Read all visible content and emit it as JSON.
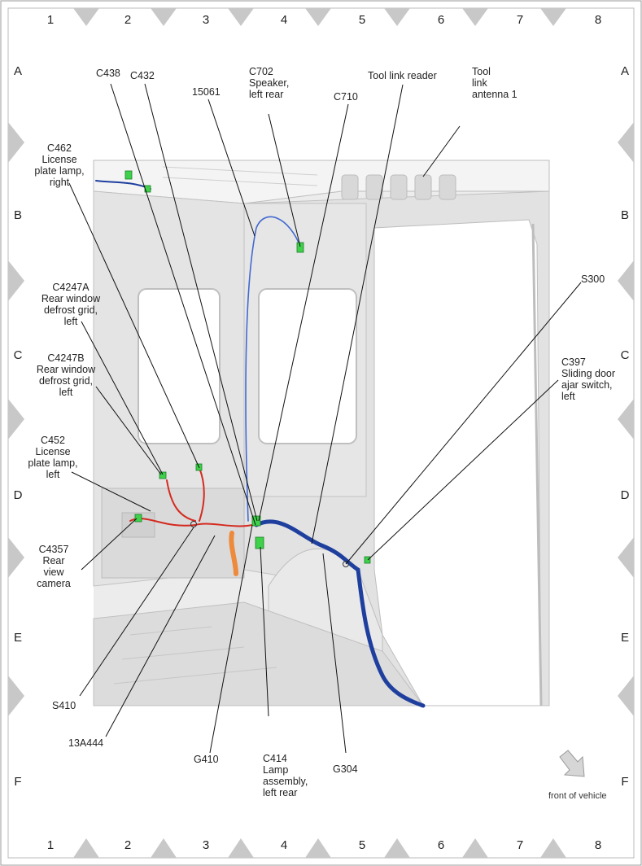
{
  "grid": {
    "columns": [
      "1",
      "2",
      "3",
      "4",
      "5",
      "6",
      "7",
      "8"
    ],
    "rows": [
      "A",
      "B",
      "C",
      "D",
      "E",
      "F"
    ]
  },
  "callouts": {
    "c438": "C438",
    "c432": "C432",
    "n15061": "15061",
    "c702": "C702\nSpeaker,\nleft rear",
    "c710": "C710",
    "tool_link_reader": "Tool link reader",
    "tool_link_antenna": "Tool\nlink\nantenna 1",
    "c462": "C462\nLicense\nplate lamp,\nright",
    "c4247a": "C4247A\nRear window\ndefrost grid,\nleft",
    "c4247b": "C4247B\nRear window\ndefrost grid,\nleft",
    "c452": "C452\nLicense\nplate lamp,\nleft",
    "c4357": "C4357\nRear\nview\ncamera",
    "s300": "S300",
    "c397": "C397\nSliding door\najar switch,\nleft",
    "s410": "S410",
    "n13a444": "13A444",
    "g410": "G410",
    "c414": "C414\nLamp\nassembly,\nleft rear",
    "g304": "G304"
  },
  "front_of_vehicle": "front of vehicle",
  "colors": {
    "harness_blue": "#1f3f9f",
    "harness_red": "#d42a1f",
    "connector_green": "#3fd14a",
    "panel_grey": "#d9d9d9"
  }
}
